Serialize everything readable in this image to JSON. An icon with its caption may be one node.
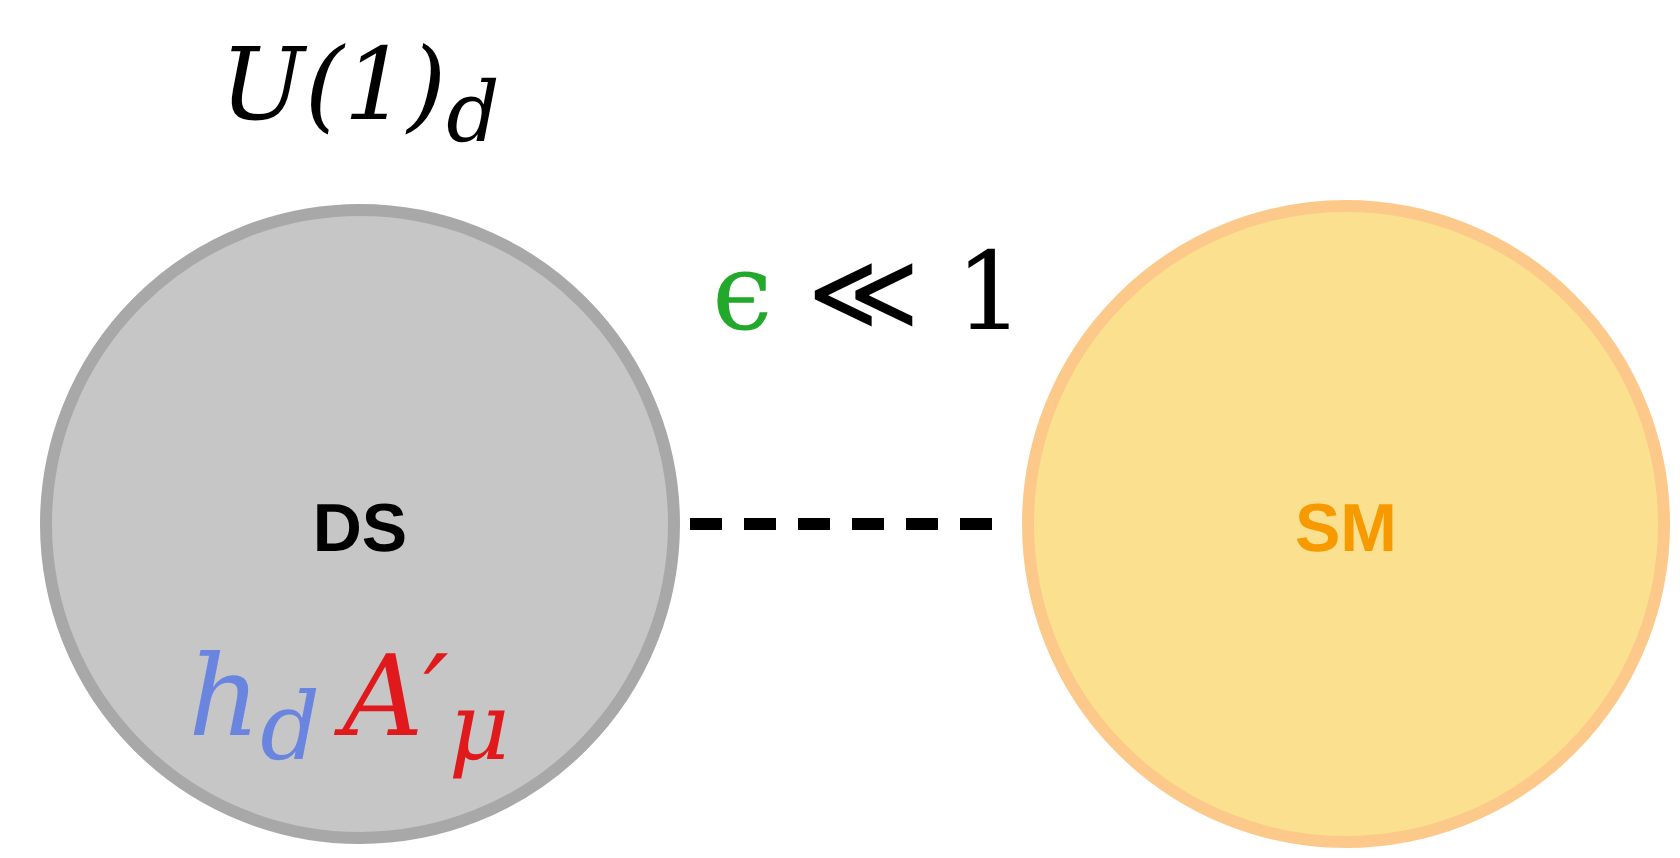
{
  "diagram": {
    "nodes": [
      {
        "text": [
          "DS",
          "h$_{d}$ A′$_{μ}$"
        ],
        "beside": [
          "U(1)$_{d}$"
        ]
      },
      {
        "text": [
          "SM"
        ]
      }
    ],
    "edges": [
      {
        "from": 0,
        "to": 1,
        "arrow": "none",
        "style": "dashed",
        "label": "ϵ ≪ 1"
      }
    ]
  }
}
